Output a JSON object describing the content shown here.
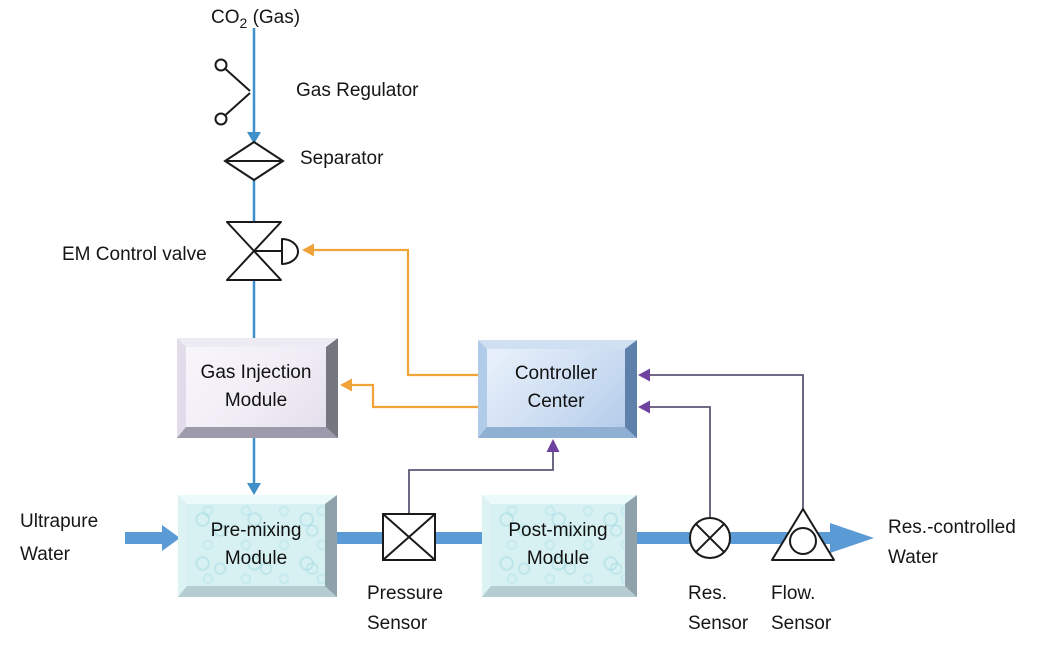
{
  "diagram": {
    "co2_label": {
      "prefix": "CO",
      "subscript": "2",
      "suffix": " (Gas)"
    },
    "component_labels": {
      "gas_regulator": "Gas Regulator",
      "separator": "Separator",
      "em_control_valve": "EM Control valve"
    },
    "modules": {
      "gas_injection": {
        "line1": "Gas Injection",
        "line2": "Module"
      },
      "controller_center": {
        "line1": "Controller",
        "line2": "Center"
      },
      "pre_mixing": {
        "line1": "Pre-mixing",
        "line2": "Module"
      },
      "post_mixing": {
        "line1": "Post-mixing",
        "line2": "Module"
      }
    },
    "sensors": {
      "pressure": {
        "line1": "Pressure",
        "line2": "Sensor"
      },
      "resistivity": {
        "line1": "Res.",
        "line2": "Sensor"
      },
      "flow": {
        "line1": "Flow.",
        "line2": "Sensor"
      }
    },
    "streams": {
      "inlet": {
        "line1": "Ultrapure",
        "line2": "Water"
      },
      "outlet": {
        "line1": "Res.-controlled",
        "line2": "Water"
      }
    },
    "colors": {
      "gas_line": "#3f90c8",
      "water_line": "#5b9bd5",
      "control_signal": "#f0a339",
      "sensor_signal": "#5e5577",
      "sensor_signal_arrow": "#6f42a0",
      "symbol_stroke": "#1a1a1a"
    }
  }
}
